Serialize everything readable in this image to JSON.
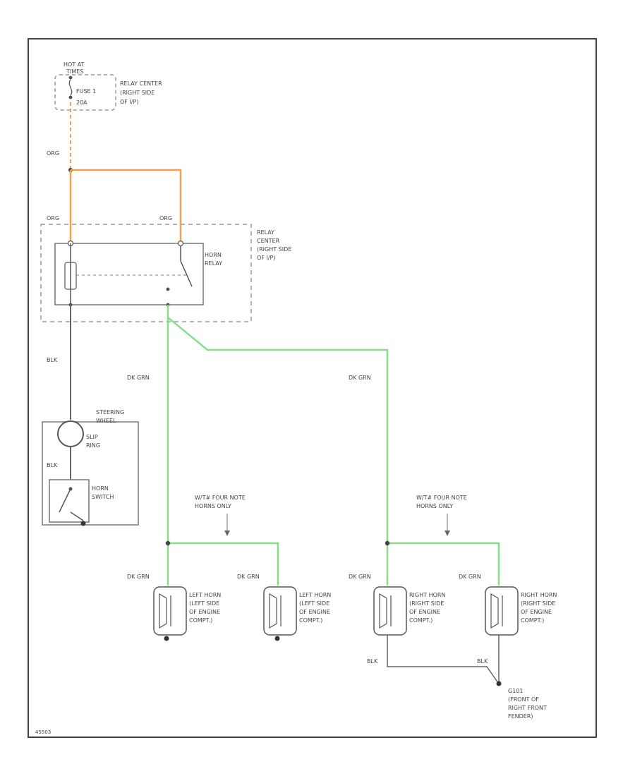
{
  "colors": {
    "orange": "#f5a050",
    "green": "#88dd88",
    "black": "#555555",
    "border": "#444444",
    "dash": "#999999"
  },
  "labels": {
    "hot_at_times_1": "HOT AT",
    "hot_at_times_2": "TIMES",
    "fuse_name": "FUSE 1",
    "fuse_rating": "20A",
    "relay_center_top_1": "RELAY CENTER",
    "relay_center_top_2": "(RIGHT SIDE",
    "relay_center_top_3": "OF I/P)",
    "wire_org_top": "ORG",
    "wire_org_left": "ORG",
    "wire_org_right": "ORG",
    "relay_center_mid_1": "RELAY",
    "relay_center_mid_2": "CENTER",
    "relay_center_mid_3": "(RIGHT SIDE",
    "relay_center_mid_4": "OF I/P)",
    "horn_relay_1": "HORN",
    "horn_relay_2": "RELAY",
    "wire_blk_1": "BLK",
    "wire_dkgrn_left": "DK GRN",
    "wire_dkgrn_right": "DK GRN",
    "steering_1": "STEERING",
    "steering_2": "WHEEL",
    "slip_1": "SLIP",
    "slip_2": "RING",
    "wire_blk_2": "BLK",
    "horn_switch_1": "HORN",
    "horn_switch_2": "SWITCH",
    "four_note_l_1": "W/T# FOUR NOTE",
    "four_note_l_2": "HORNS ONLY",
    "four_note_r_1": "W/T# FOUR NOTE",
    "four_note_r_2": "HORNS ONLY",
    "dkgrn_h1": "DK GRN",
    "dkgrn_h2": "DK GRN",
    "dkgrn_h3": "DK GRN",
    "dkgrn_h4": "DK GRN",
    "left_horn_1": "LEFT HORN",
    "left_horn_2": "(LEFT SIDE",
    "left_horn_3": "OF ENGINE",
    "left_horn_4": "COMPT.)",
    "left_horn2_1": "LEFT HORN",
    "left_horn2_2": "(LEFT SIDE",
    "left_horn2_3": "OF ENGINE",
    "left_horn2_4": "COMPT.)",
    "right_horn_1": "RIGHT HORN",
    "right_horn_2": "(RIGHT SIDE",
    "right_horn_3": "OF ENGINE",
    "right_horn_4": "COMPT.)",
    "right_horn2_1": "RIGHT HORN",
    "right_horn2_2": "(RIGHT SIDE",
    "right_horn2_3": "OF ENGINE",
    "right_horn2_4": "COMPT.)",
    "wire_blk_3": "BLK",
    "wire_blk_4": "BLK",
    "ground_1": "G101",
    "ground_2": "(FRONT OF",
    "ground_3": "RIGHT FRONT",
    "ground_4": "FENDER)",
    "figure_id": "45503"
  }
}
